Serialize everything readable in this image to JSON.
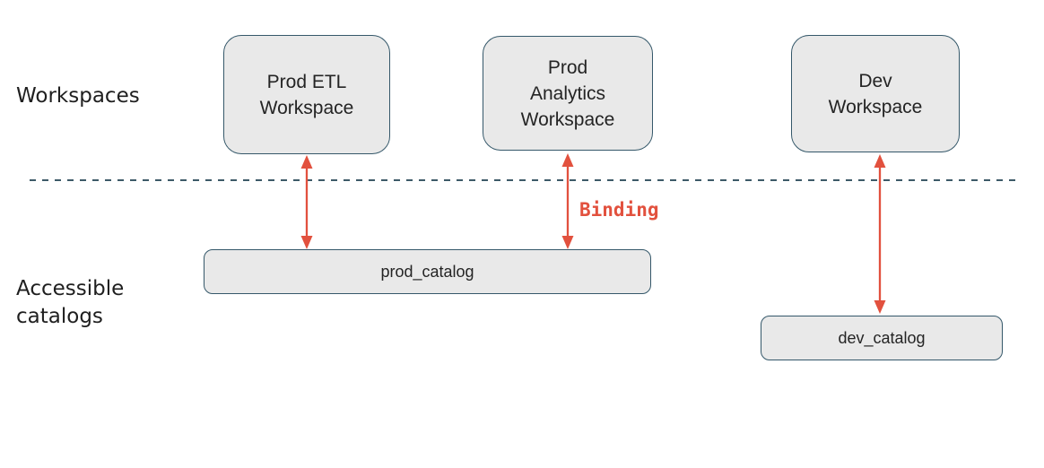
{
  "diagram": {
    "row_labels": {
      "workspaces": "Workspaces",
      "accessible_catalogs": "Accessible\ncatalogs"
    },
    "workspaces": [
      {
        "id": "prod-etl",
        "label": "Prod ETL\nWorkspace"
      },
      {
        "id": "prod-analytics",
        "label": "Prod\nAnalytics\nWorkspace"
      },
      {
        "id": "dev",
        "label": "Dev\nWorkspace"
      }
    ],
    "catalogs": [
      {
        "id": "prod-catalog",
        "label": "prod_catalog"
      },
      {
        "id": "dev-catalog",
        "label": "dev_catalog"
      }
    ],
    "binding_label": "Binding",
    "colors": {
      "arrow": "#e2513e",
      "binding_text": "#e2513e",
      "node_fill": "#e9e9e9",
      "node_border": "#35586a",
      "divider": "#3d5a68"
    }
  }
}
